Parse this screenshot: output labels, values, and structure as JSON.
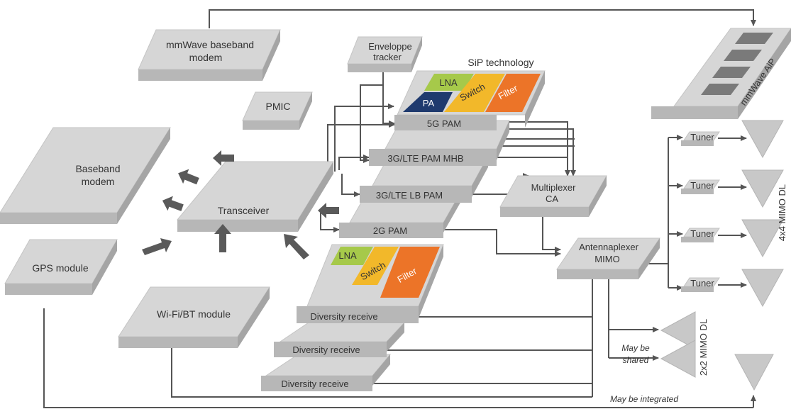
{
  "blocks": {
    "mmwave_baseband": "mmWave baseband",
    "mmwave_baseband_2": "modem",
    "pmic": "PMIC",
    "baseband": "Baseband",
    "baseband_2": "modem",
    "gps": "GPS module",
    "wifi": "Wi-Fi/BT module",
    "transceiver": "Transceiver",
    "envelope": "Enveloppe",
    "envelope_2": "tracker",
    "sip_title": "SiP technology",
    "pam_5g": "5G PAM",
    "pam_mhb": "3G/LTE PAM MHB",
    "pam_lb": "3G/LTE LB PAM",
    "pam_2g": "2G PAM",
    "multiplexer": "Multiplexer",
    "multiplexer_2": "CA",
    "antennaplexer": "Antennaplexer",
    "antennaplexer_2": "MIMO",
    "diversity": [
      "Diversity receive",
      "Diversity receive",
      "Diversity receive"
    ],
    "tuner": [
      "Tuner",
      "Tuner",
      "Tuner",
      "Tuner"
    ],
    "mmwave_aip": "mmWave AiP"
  },
  "chips": {
    "lna": "LNA",
    "pa": "PA",
    "switch": "Switch",
    "filter": "Filter",
    "lna_2": "LNA",
    "switch_2": "Switch",
    "filter_2": "Filter"
  },
  "labels": {
    "mimo_4x4": "4x4 MIMO DL",
    "mimo_2x2": "2x2 MIMO DL",
    "may_be": "May be",
    "shared": "shared",
    "may_be_integrated": "May be integrated"
  },
  "colors": {
    "lna": "#a6c94a",
    "pa": "#1f3a6e",
    "switch": "#f2b82a",
    "filter": "#ec7428",
    "block": "#d6d6d6",
    "wire": "#555555"
  }
}
